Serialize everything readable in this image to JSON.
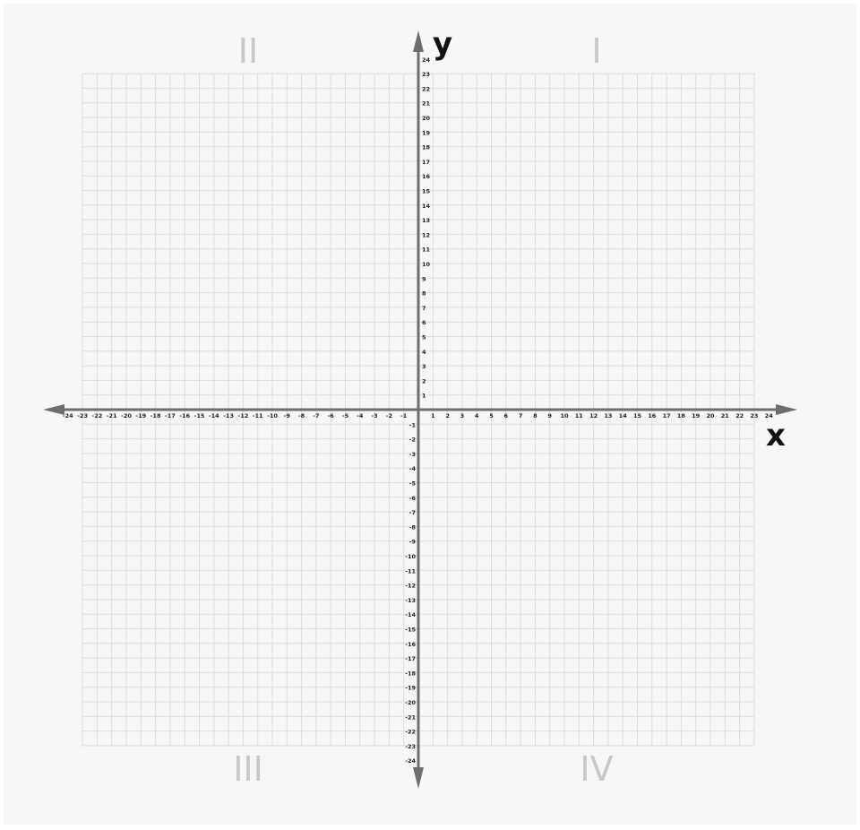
{
  "colors": {
    "background": "#f7f7f7",
    "grid": "#dcdcdc",
    "axis": "#6e6e6e",
    "quadrant_label": "#c8c8c8",
    "axis_title": "#111111",
    "tick_label": "#222222"
  },
  "axes": {
    "x_title": "x",
    "y_title": "y",
    "x_range": [
      -24,
      24
    ],
    "y_range": [
      -24,
      24
    ],
    "tick_step": 1,
    "grid": true,
    "arrows": "both ends"
  },
  "quadrants": {
    "q1": "I",
    "q2": "II",
    "q3": "III",
    "q4": "IV"
  }
}
